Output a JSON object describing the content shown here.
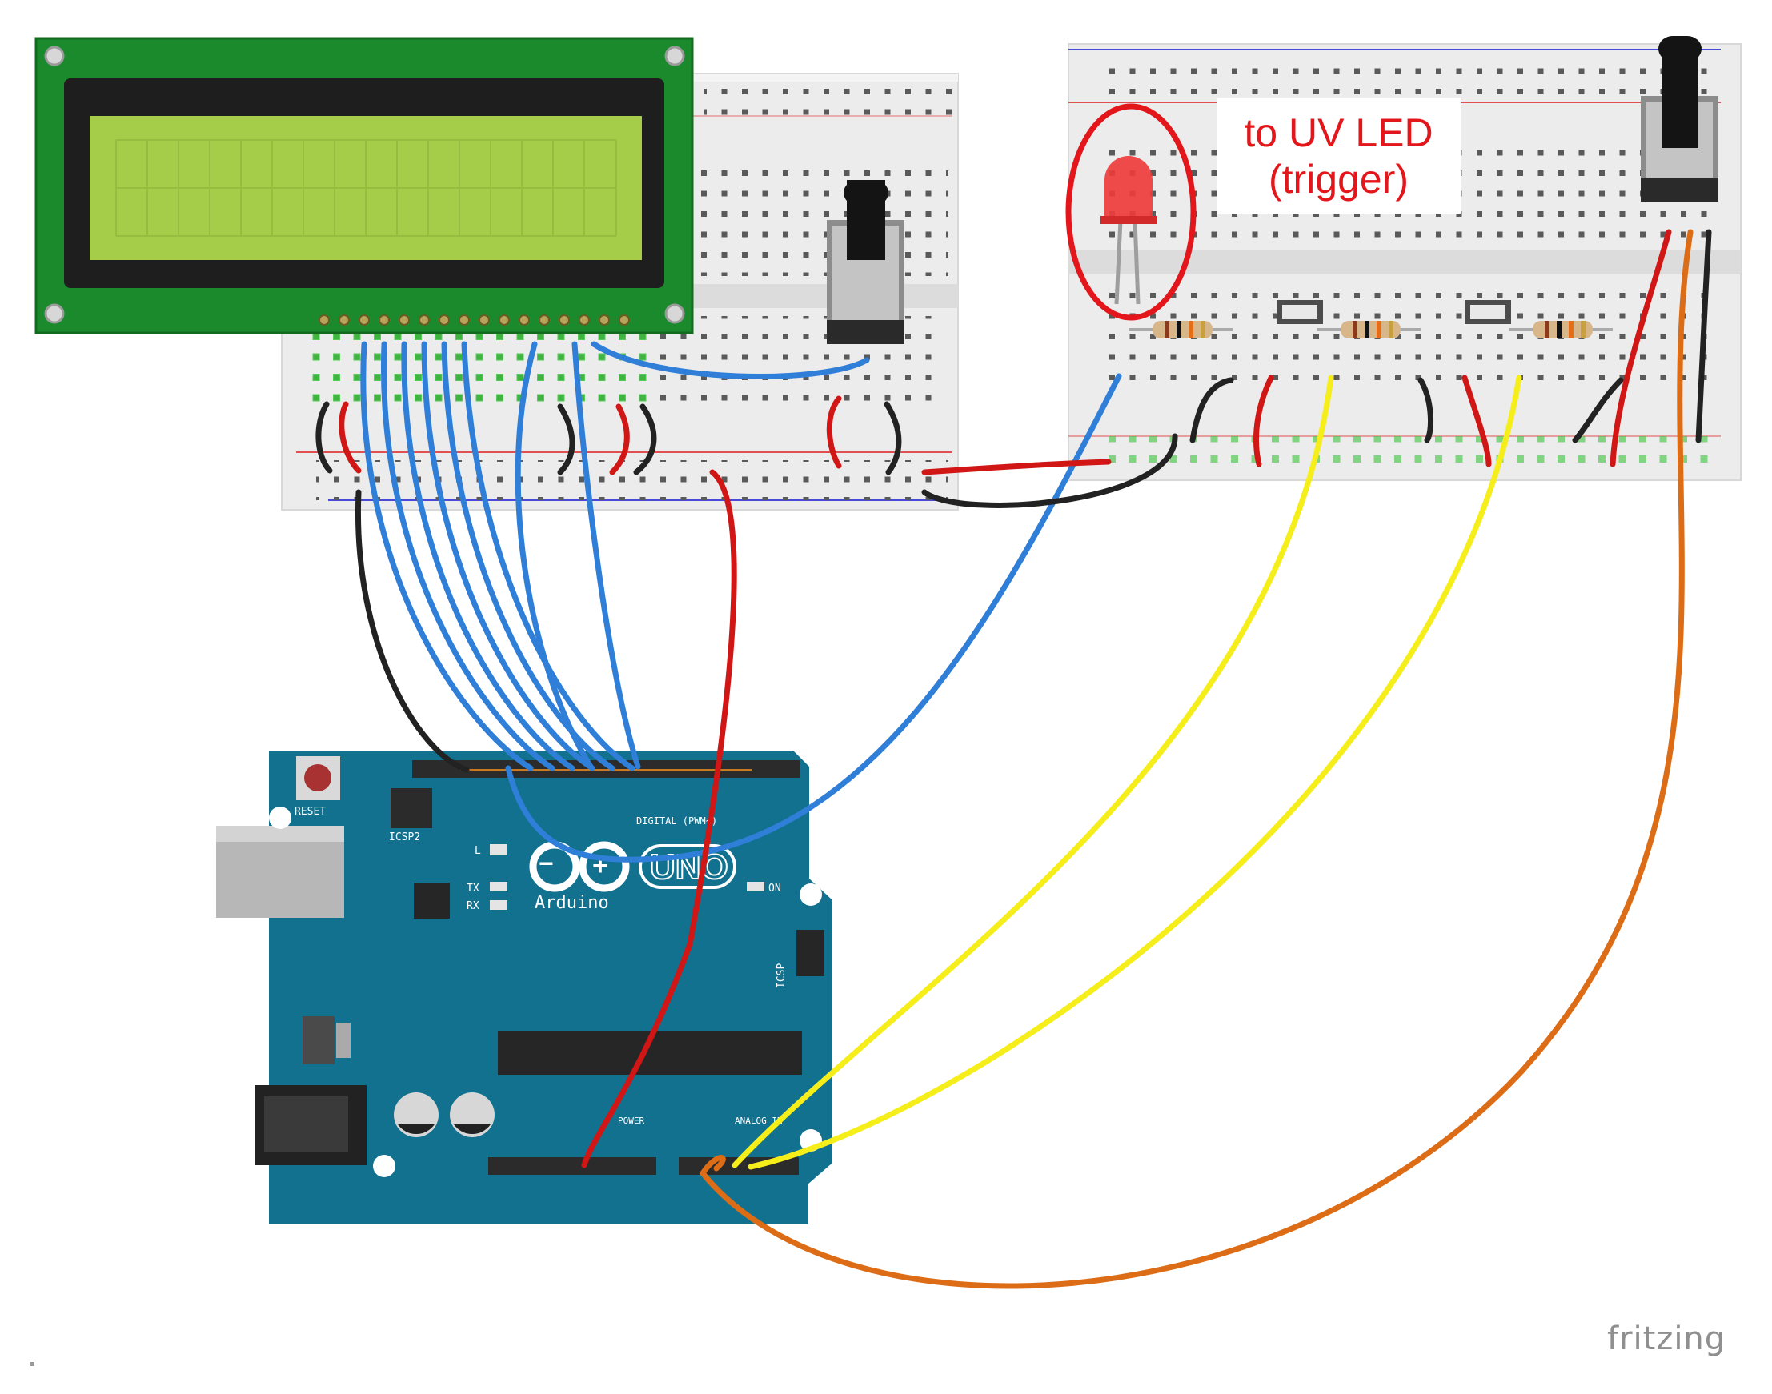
{
  "annotation": {
    "line1": "to UV LED",
    "line2": "(trigger)",
    "color": "#e3161b"
  },
  "watermark": "fritzing",
  "arduino": {
    "reset_label": "RESET",
    "icsp2_label": "ICSP2",
    "icsp_label": "ICSP",
    "brand": "Arduino",
    "model": "UNO",
    "led_l": "L",
    "led_tx": "TX",
    "led_rx": "RX",
    "led_on": "ON",
    "digital_label": "DIGITAL (PWM~)",
    "power_label": "POWER",
    "analog_label": "ANALOG IN",
    "color": "#11718f"
  },
  "wire_colors": {
    "blue": "#2f7ed8",
    "red": "#d11616",
    "black": "#222222",
    "yellow": "#f5ee1a",
    "orange": "#dc6d16"
  }
}
